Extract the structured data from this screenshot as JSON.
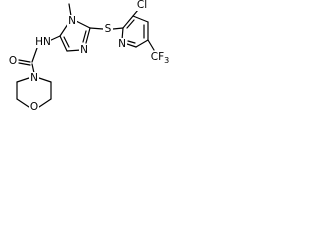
{
  "molecule": {
    "atom_labels": {
      "nh": "HN",
      "n_methyl": "N",
      "methyl_label": "",
      "n_imidazole": "N",
      "sulfur": "S",
      "chlorine": "Cl",
      "n_pyridine": "N",
      "cf3": "CF3",
      "carbonyl_oxygen": "O",
      "morpholine_n": "N",
      "morpholine_o": "O"
    },
    "colors": {
      "bond": "#000000",
      "text": "#000000",
      "background": "#ffffff"
    }
  }
}
